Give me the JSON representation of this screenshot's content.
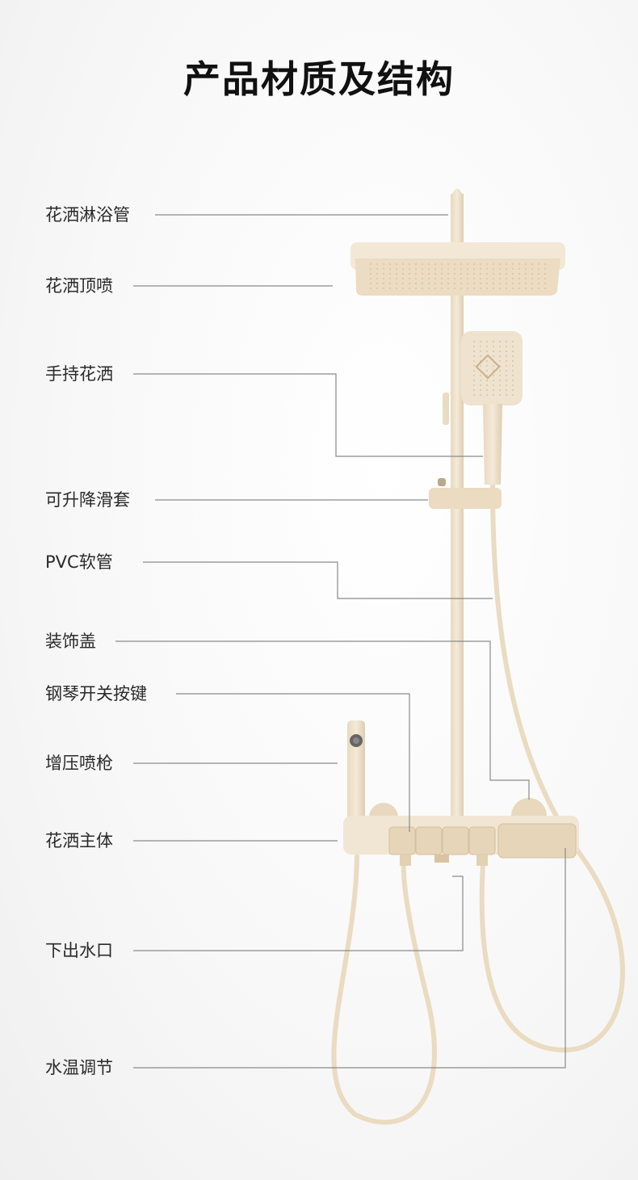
{
  "title": "产品材质及结构",
  "labels": [
    {
      "id": "shower-pipe",
      "text": "花洒淋浴管"
    },
    {
      "id": "top-spray",
      "text": "花洒顶喷"
    },
    {
      "id": "handheld-shower",
      "text": "手持花洒"
    },
    {
      "id": "sliding-bracket",
      "text": "可升降滑套"
    },
    {
      "id": "pvc-hose",
      "text": "PVC软管"
    },
    {
      "id": "decorative-cover",
      "text": "装饰盖"
    },
    {
      "id": "piano-keys",
      "text": "钢琴开关按键"
    },
    {
      "id": "spray-gun",
      "text": "增压喷枪"
    },
    {
      "id": "shower-body",
      "text": "花洒主体"
    },
    {
      "id": "bottom-outlet",
      "text": "下出水口"
    },
    {
      "id": "temperature-control",
      "text": "水温调节"
    }
  ],
  "colors": {
    "product": "#efe2cc",
    "product_shade": "#ddc9a8",
    "line": "#8a8a8a"
  }
}
